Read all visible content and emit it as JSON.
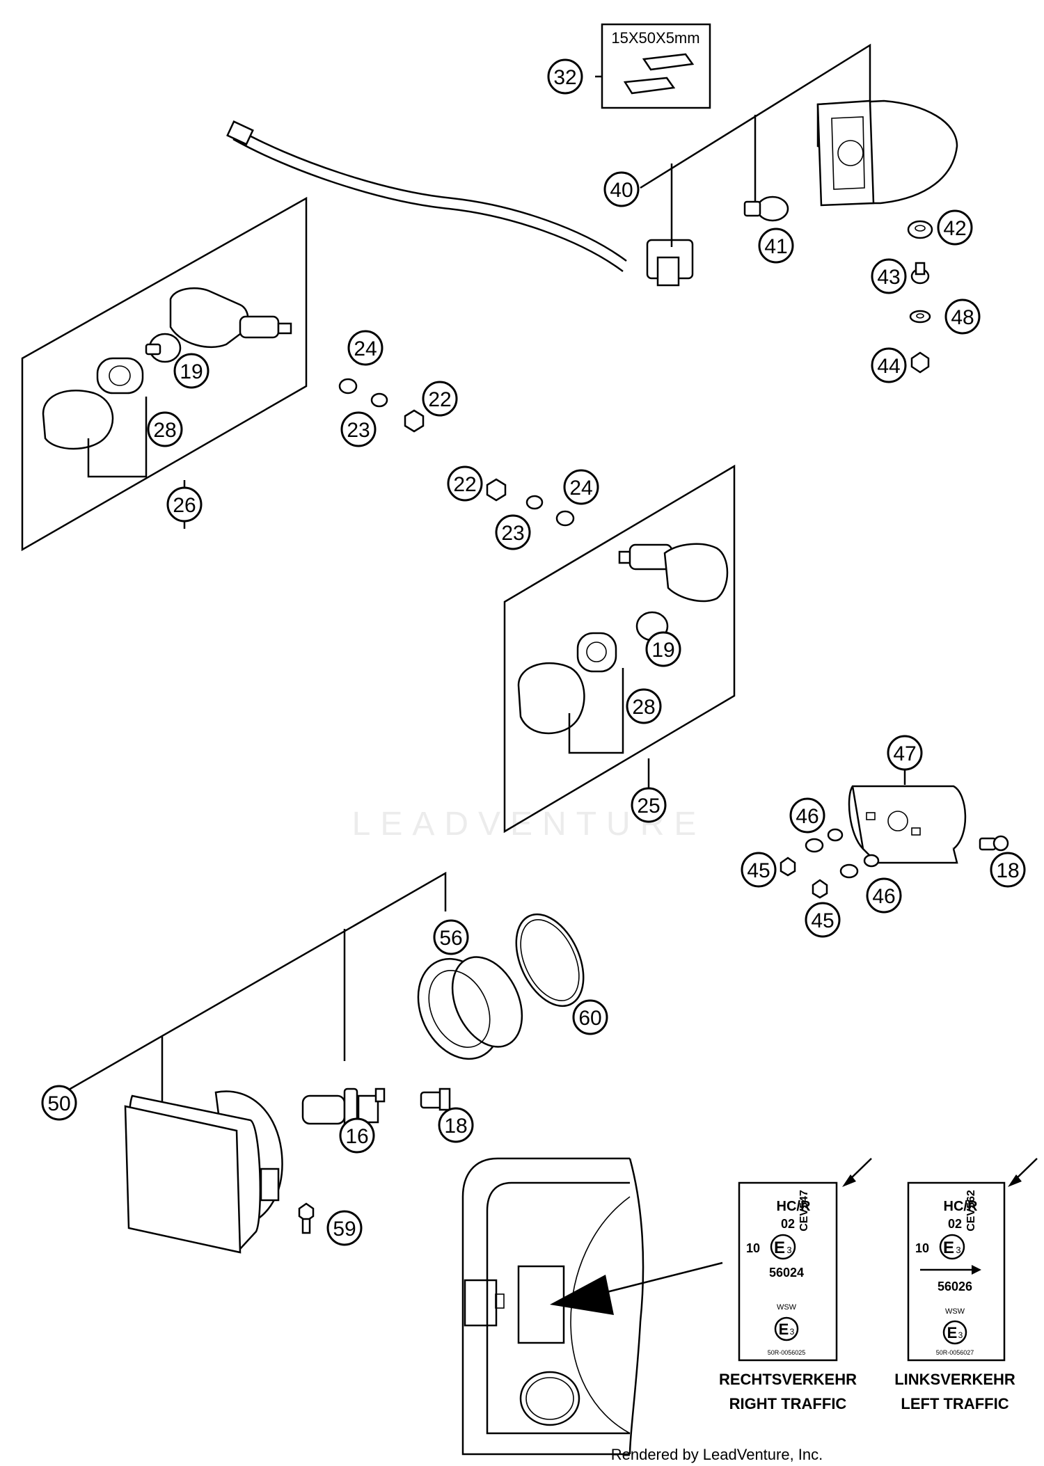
{
  "watermark": "LEADVENTURE",
  "footer": "Rendered by LeadVenture, Inc.",
  "kit_dimensions": "15X50X5mm",
  "callouts": [
    {
      "id": "c32",
      "label": "32"
    },
    {
      "id": "c40",
      "label": "40"
    },
    {
      "id": "c41",
      "label": "41"
    },
    {
      "id": "c42",
      "label": "42"
    },
    {
      "id": "c43",
      "label": "43"
    },
    {
      "id": "c48",
      "label": "48"
    },
    {
      "id": "c44",
      "label": "44"
    },
    {
      "id": "c19a",
      "label": "19"
    },
    {
      "id": "c24a",
      "label": "24"
    },
    {
      "id": "c22a",
      "label": "22"
    },
    {
      "id": "c23a",
      "label": "23"
    },
    {
      "id": "c28a",
      "label": "28"
    },
    {
      "id": "c26",
      "label": "26"
    },
    {
      "id": "c22b",
      "label": "22"
    },
    {
      "id": "c24b",
      "label": "24"
    },
    {
      "id": "c23b",
      "label": "23"
    },
    {
      "id": "c19b",
      "label": "19"
    },
    {
      "id": "c28b",
      "label": "28"
    },
    {
      "id": "c25",
      "label": "25"
    },
    {
      "id": "c47",
      "label": "47"
    },
    {
      "id": "c46a",
      "label": "46"
    },
    {
      "id": "c45a",
      "label": "45"
    },
    {
      "id": "c46b",
      "label": "46"
    },
    {
      "id": "c45b",
      "label": "45"
    },
    {
      "id": "c18a",
      "label": "18"
    },
    {
      "id": "c56",
      "label": "56"
    },
    {
      "id": "c60",
      "label": "60"
    },
    {
      "id": "c50",
      "label": "50"
    },
    {
      "id": "c16",
      "label": "16"
    },
    {
      "id": "c18b",
      "label": "18"
    },
    {
      "id": "c59",
      "label": "59"
    }
  ],
  "labels": {
    "right": {
      "code_top": "HC/R",
      "code_num": "02",
      "cev": "CEV547",
      "ten": "10",
      "mark": "E",
      "mark_sub": "3",
      "approval": "56024",
      "wsw": "WSW",
      "mark2": "E",
      "mark2_sub": "3",
      "serial": "50R-0056025",
      "caption_de": "RECHTSVERKEHR",
      "caption_en": "RIGHT TRAFFIC"
    },
    "left": {
      "code_top": "HC/R",
      "code_num": "02",
      "cev": "CEV562",
      "ten": "10",
      "mark": "E",
      "mark_sub": "3",
      "approval": "56026",
      "wsw": "WSW",
      "mark2": "E",
      "mark2_sub": "3",
      "serial": "50R-0056027",
      "caption_de": "LINKSVERKEHR",
      "caption_en": "LEFT TRAFFIC"
    }
  }
}
